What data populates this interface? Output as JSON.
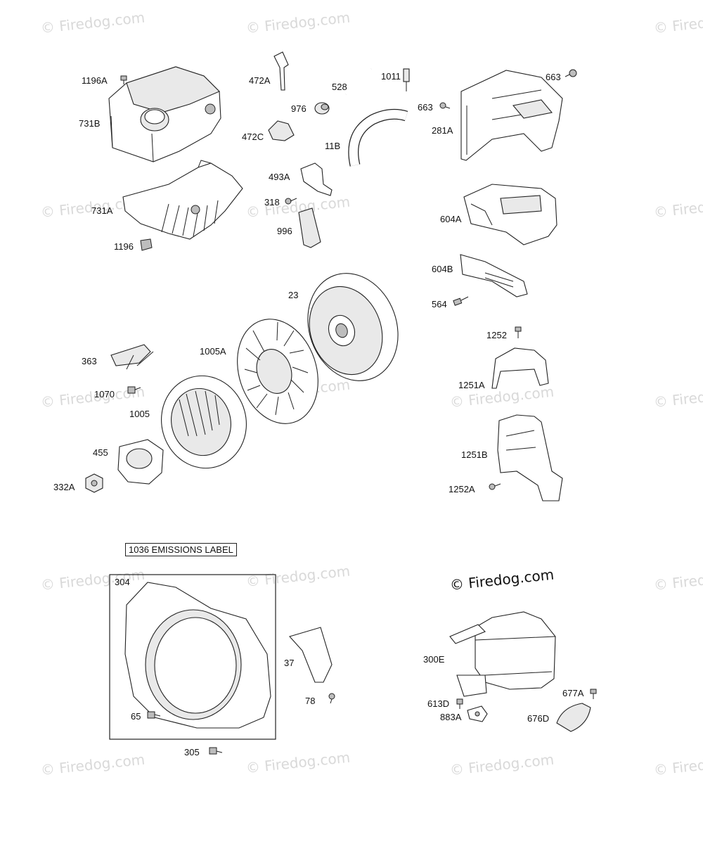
{
  "watermark": "© Firedog.com",
  "brand_watermark": "© Firedog.com",
  "emissions_box": "1036 EMISSIONS LABEL",
  "callouts": {
    "p1196A": "1196A",
    "p731B": "731B",
    "p731A": "731A",
    "p1196": "1196",
    "p472A": "472A",
    "p528": "528",
    "p1011": "1011",
    "p976": "976",
    "p472C": "472C",
    "p11B": "11B",
    "p493A": "493A",
    "p318": "318",
    "p996": "996",
    "p663a": "663",
    "p663b": "663",
    "p281A": "281A",
    "p604A": "604A",
    "p604B": "604B",
    "p564": "564",
    "p23": "23",
    "p1005A": "1005A",
    "p363": "363",
    "p1070": "1070",
    "p1005": "1005",
    "p455": "455",
    "p332A": "332A",
    "p1252": "1252",
    "p1251A": "1251A",
    "p1251B": "1251B",
    "p1252A": "1252A",
    "p304": "304",
    "p37": "37",
    "p78": "78",
    "p65": "65",
    "p305": "305",
    "p300E": "300E",
    "p613D": "613D",
    "p883A": "883A",
    "p677A": "677A",
    "p676D": "676D"
  }
}
